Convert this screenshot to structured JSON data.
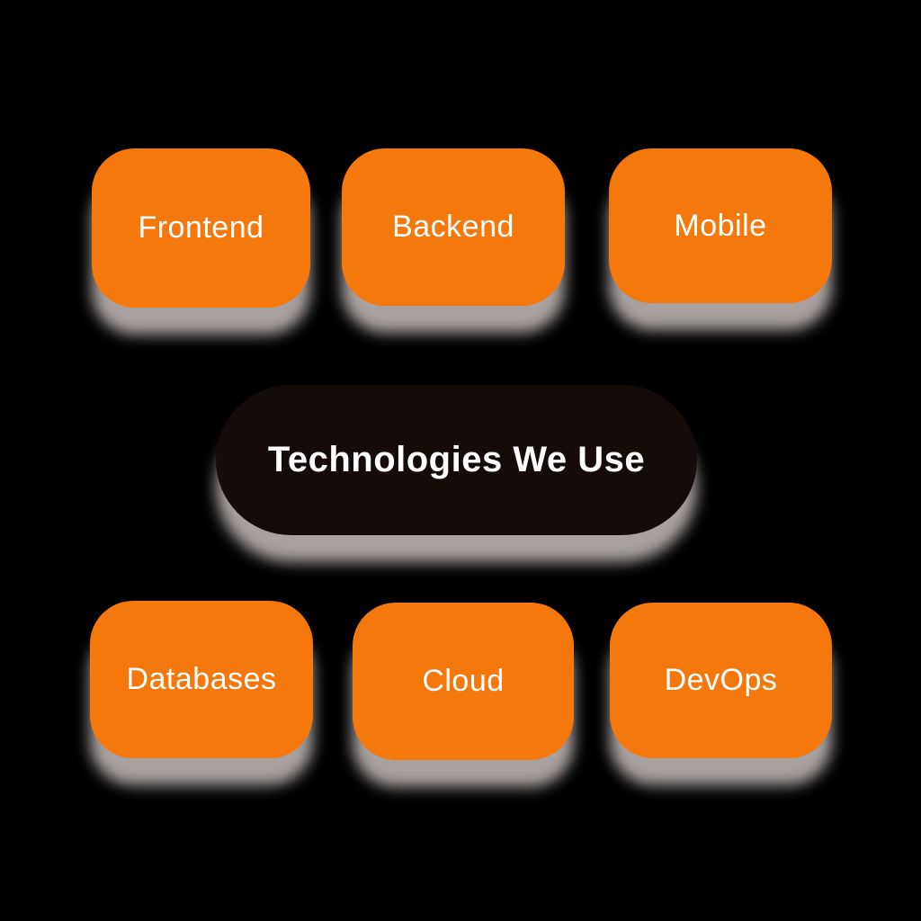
{
  "diagram": {
    "title": "Technologies We Use",
    "nodes": [
      {
        "label": "Frontend"
      },
      {
        "label": "Backend"
      },
      {
        "label": "Mobile"
      },
      {
        "label": "Databases"
      },
      {
        "label": "Cloud"
      },
      {
        "label": "DevOps"
      }
    ],
    "colors": {
      "node_fill": "#F4780C",
      "node_shadow": "#A9A2A0",
      "title_fill": "#150B08",
      "text": "#FFFFFF",
      "background": "#000000"
    }
  }
}
